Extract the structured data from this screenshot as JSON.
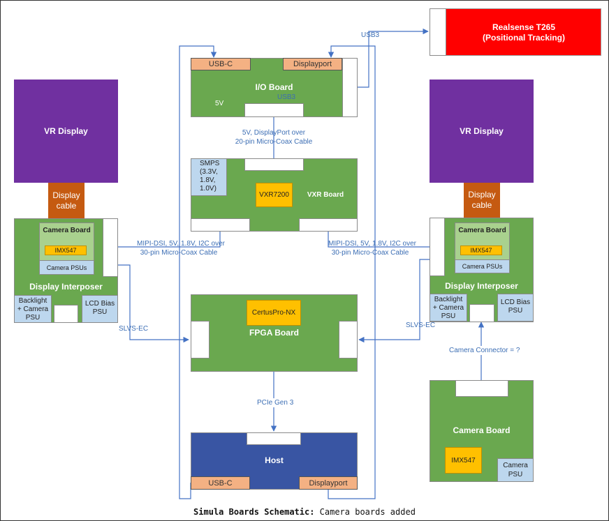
{
  "realsense": {
    "line1": "Realsense T265",
    "line2": "(Positional Tracking)"
  },
  "vr_display_left": "VR Display",
  "vr_display_right": "VR Display",
  "display_cable_left": "Display cable",
  "display_cable_right": "Display cable",
  "io_board": {
    "title": "I/O Board",
    "usbc": "USB-C",
    "displayport": "Displayport",
    "label_5v": "5V",
    "label_usb3": "USB3"
  },
  "usb3_top": "USB3",
  "io_to_vxr": {
    "line1": "5V, DisplayPort over",
    "line2": "20-pin Micro-Coax Cable"
  },
  "vxr_board": {
    "title": "VXR Board",
    "chip": "VXR7200",
    "smps": [
      "SMPS",
      "(3.3V,",
      "1.8V,",
      "1.0V)"
    ]
  },
  "mipi_left": {
    "line1": "MIPI-DSI, 5V, 1.8V, I2C over",
    "line2": "30-pin Micro-Coax Cable"
  },
  "mipi_right": {
    "line1": "MIPI-DSI, 5V, 1.8V, I2C over",
    "line2": "30-pin Micro-Coax Cable"
  },
  "interposer_left": {
    "title": "Display Interposer",
    "camera_board": "Camera Board",
    "imx": "IMX547",
    "psus": "Camera PSUs",
    "backlight": [
      "Backlight",
      "+ Camera",
      "PSU"
    ],
    "lcd_bias": [
      "LCD Bias",
      "PSU"
    ]
  },
  "interposer_right": {
    "title": "Display Interposer",
    "camera_board": "Camera Board",
    "imx": "IMX547",
    "psus": "Camera PSUs",
    "backlight": [
      "Backlight",
      "+ Camera",
      "PSU"
    ],
    "lcd_bias": [
      "LCD Bias",
      "PSU"
    ]
  },
  "slvs_left": "SLVS-EC",
  "slvs_right": "SLVS-EC",
  "fpga_board": {
    "title": "FPGA Board",
    "chip": "CertusPro-NX"
  },
  "pcie": "PCIe Gen 3",
  "host": {
    "title": "Host",
    "usbc": "USB-C",
    "displayport": "Displayport"
  },
  "camera_connector": "Camera Connector = ?",
  "camera_board_standalone": {
    "title": "Camera Board",
    "imx": "IMX547",
    "psu": [
      "Camera",
      "PSU"
    ]
  },
  "caption": {
    "bold": "Simula Boards Schematic:",
    "rest": " Camera boards added"
  },
  "colors": {
    "line": "#4472c4",
    "arrow_black": "#000000",
    "board_green": "#6aa84f",
    "host_blue": "#3955a3",
    "realsense_red": "#ff0000",
    "display_purple": "#7030a0"
  }
}
